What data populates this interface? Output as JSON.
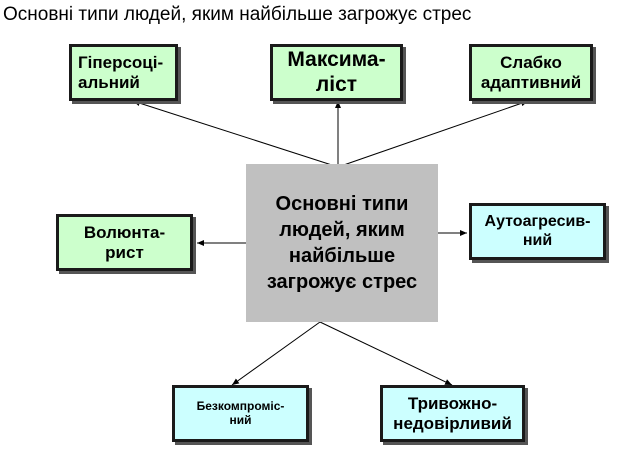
{
  "title": "Основні типи людей, яким найбільше загрожує стрес",
  "center": {
    "line1": "Основні типи",
    "line2": "людей, яким",
    "line3": "найбільше",
    "line4": "загрожує стрес"
  },
  "nodes": {
    "hypersocial": {
      "line1": "Гіперсоці-",
      "line2": "альний"
    },
    "maximalist": {
      "line1": "Максима-",
      "line2": "ліст"
    },
    "weakly_adaptive": {
      "line1": "Слабко",
      "line2": "адаптивний"
    },
    "voluntarist": {
      "line1": "Волюнта-",
      "line2": "рист"
    },
    "autoaggressive": {
      "line1": "Аутоагресив-",
      "line2": "ний"
    },
    "uncompromising": {
      "line1": "Безкомпроміс-",
      "line2": "ний"
    },
    "anxious_distrustful": {
      "line1": "Тривожно-",
      "line2": "недовірливий"
    }
  },
  "colors": {
    "green_box": "#ccffcc",
    "cyan_box": "#ccffff",
    "center_box": "#c0c0c0"
  }
}
